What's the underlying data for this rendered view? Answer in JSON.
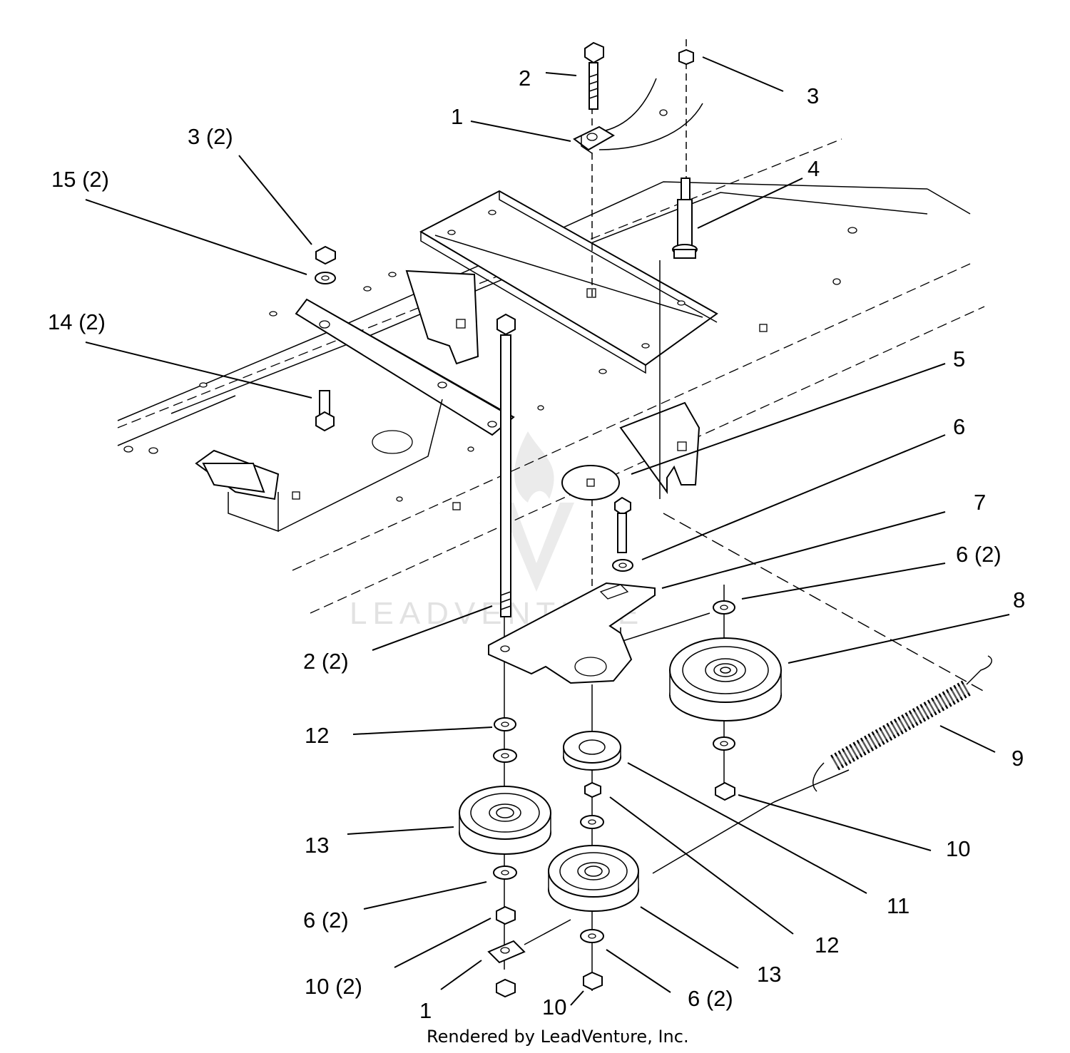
{
  "callouts": [
    {
      "id": "c2-top",
      "text": "2"
    },
    {
      "id": "c3-top",
      "text": "3"
    },
    {
      "id": "c1-top",
      "text": "1"
    },
    {
      "id": "c3-2",
      "text": "3 (2)"
    },
    {
      "id": "c15-2",
      "text": "15 (2)"
    },
    {
      "id": "c4",
      "text": "4"
    },
    {
      "id": "c14-2",
      "text": "14 (2)"
    },
    {
      "id": "c5",
      "text": "5"
    },
    {
      "id": "c6",
      "text": "6"
    },
    {
      "id": "c7",
      "text": "7"
    },
    {
      "id": "c6-2-right",
      "text": "6 (2)"
    },
    {
      "id": "c8",
      "text": "8"
    },
    {
      "id": "c2-2",
      "text": "2 (2)"
    },
    {
      "id": "c9",
      "text": "9"
    },
    {
      "id": "c12-left",
      "text": "12"
    },
    {
      "id": "c10-right",
      "text": "10"
    },
    {
      "id": "c13-left",
      "text": "13"
    },
    {
      "id": "c11",
      "text": "11"
    },
    {
      "id": "c6-2-left",
      "text": "6 (2)"
    },
    {
      "id": "c12-right",
      "text": "12"
    },
    {
      "id": "c13-right",
      "text": "13"
    },
    {
      "id": "c10-2",
      "text": "10 (2)"
    },
    {
      "id": "c6-2-bottom",
      "text": "6 (2)"
    },
    {
      "id": "c1-bottom",
      "text": "1"
    },
    {
      "id": "c10-bottom",
      "text": "10"
    }
  ],
  "watermark": {
    "text": "LEADVENTURE"
  },
  "footer": {
    "text": "Rendered by LeadVentυre, Inc."
  }
}
